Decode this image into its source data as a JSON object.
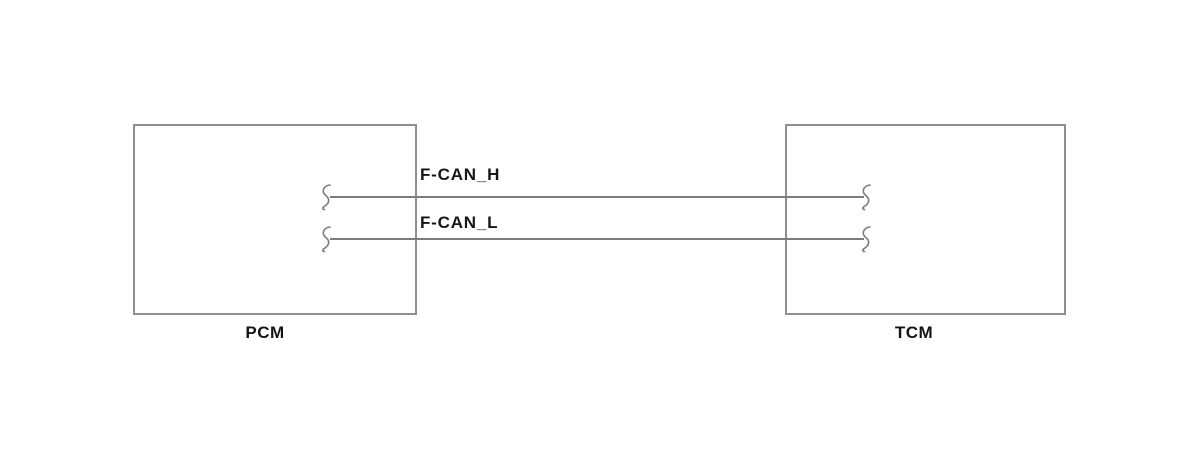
{
  "diagram": {
    "type": "wiring-diagram",
    "modules": [
      {
        "id": "pcm",
        "label": "PCM"
      },
      {
        "id": "tcm",
        "label": "TCM"
      }
    ],
    "wires": [
      {
        "label": "F-CAN_H",
        "from": "PCM",
        "to": "TCM"
      },
      {
        "label": "F-CAN_L",
        "from": "PCM",
        "to": "TCM"
      }
    ],
    "colors": {
      "background": "#ffffff",
      "box_border": "#8e8e8e",
      "wire": "#7c7c7c",
      "text": "#161616"
    }
  }
}
